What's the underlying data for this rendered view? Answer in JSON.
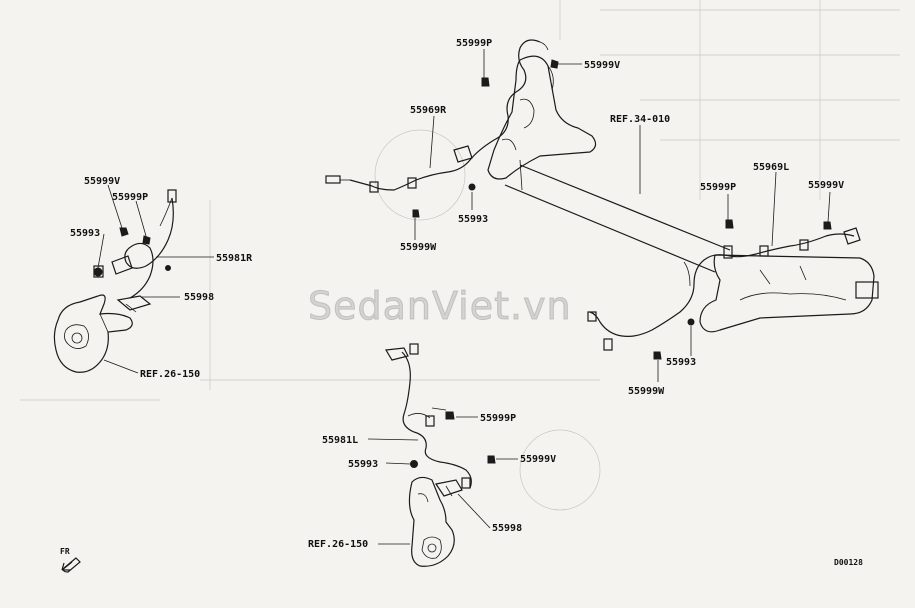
{
  "watermark": "SedanViet.vn",
  "drawing_code": "D00128",
  "orientation_label": "FR",
  "labels": {
    "c1_55999V": "55999V",
    "c1_55999P": "55999P",
    "c1_55993": "55993",
    "c1_55981R": "55981R",
    "c1_55998": "55998",
    "c1_ref": "REF.26-150",
    "c2_55999P": "55999P",
    "c2_55999V": "55999V",
    "c2_55969R": "55969R",
    "c2_55993": "55993",
    "c2_55999W": "55999W",
    "c2_ref": "REF.34-010",
    "c3_55969L": "55969L",
    "c3_55999P": "55999P",
    "c3_55999V": "55999V",
    "c3_55993": "55993",
    "c3_55999W": "55999W",
    "c4_55999P": "55999P",
    "c4_55981L": "55981L",
    "c4_55993": "55993",
    "c4_55999V": "55999V",
    "c4_55998": "55998",
    "c4_ref": "REF.26-150"
  }
}
